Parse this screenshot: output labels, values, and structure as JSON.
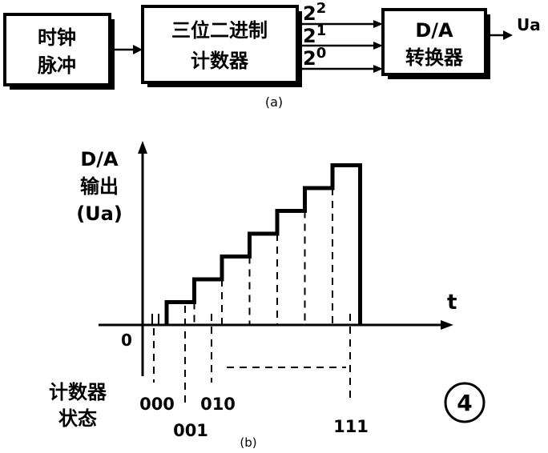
{
  "diagram_a": {
    "clock_box": {
      "line1": "时钟",
      "line2": "脉冲"
    },
    "counter_box": {
      "line1": "三位二进制",
      "line2": "计数器"
    },
    "converter_box": {
      "line1": "D/A",
      "line2": "转换器"
    },
    "bit_labels": [
      {
        "base": "2",
        "exp": "2"
      },
      {
        "base": "2",
        "exp": "1"
      },
      {
        "base": "2",
        "exp": "0"
      }
    ],
    "output_label": "Ua",
    "caption": "(a)"
  },
  "diagram_b": {
    "y_axis_label": {
      "line1": "D/A",
      "line2": "输出",
      "line3": "(Ua)"
    },
    "x_axis_label": "t",
    "origin_label": "0",
    "state_label": {
      "line1": "计数器",
      "line2": "状态"
    },
    "state_ticks": [
      "000",
      "001",
      "010",
      "111"
    ],
    "caption": "(b)",
    "steps": [
      1,
      2,
      3,
      4,
      5,
      6,
      7
    ]
  },
  "figure_number": "4"
}
